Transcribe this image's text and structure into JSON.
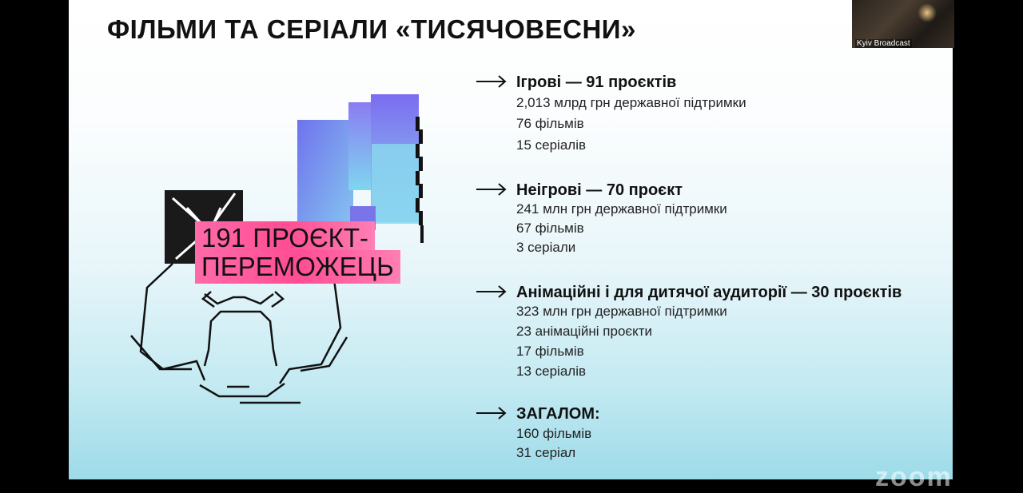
{
  "slide": {
    "title": "ФІЛЬМИ ТА СЕРІАЛИ «ТИСЯЧОВЕСНИ»",
    "badge": {
      "line1": "191 ПРОЄКТ-",
      "line2": "ПЕРЕМОЖЕЦЬ"
    },
    "sections": [
      {
        "heading": "Ігрові — 91 проєктів",
        "lines": [
          "2,013 млрд грн державної підтримки",
          "76 фільмів",
          "15 серіалів"
        ]
      },
      {
        "heading": "Неігрові — 70 проєкт",
        "lines": [
          "241 млн грн державної підтримки",
          "67 фільмів",
          "3 серіали"
        ]
      },
      {
        "heading": "Анімаційні і для дитячої аудиторії — 30 проєктів",
        "lines": [
          "323 млн грн державної підтримки",
          "23 анімаційні проєкти",
          "17 фільмів",
          "13 серіалів"
        ]
      },
      {
        "heading": "ЗАГАЛОМ:",
        "lines": [
          "160 фільмів",
          "31 серіал"
        ]
      }
    ]
  },
  "webcam": {
    "label": "Kyiv Broadcast"
  },
  "watermark": "zoom",
  "icons": {
    "arrow": "right-arrow-icon"
  },
  "colors": {
    "badge_pink": "#ff4d94",
    "block_purple": "#7b6cf0",
    "block_cyan": "#7fd3f0"
  }
}
